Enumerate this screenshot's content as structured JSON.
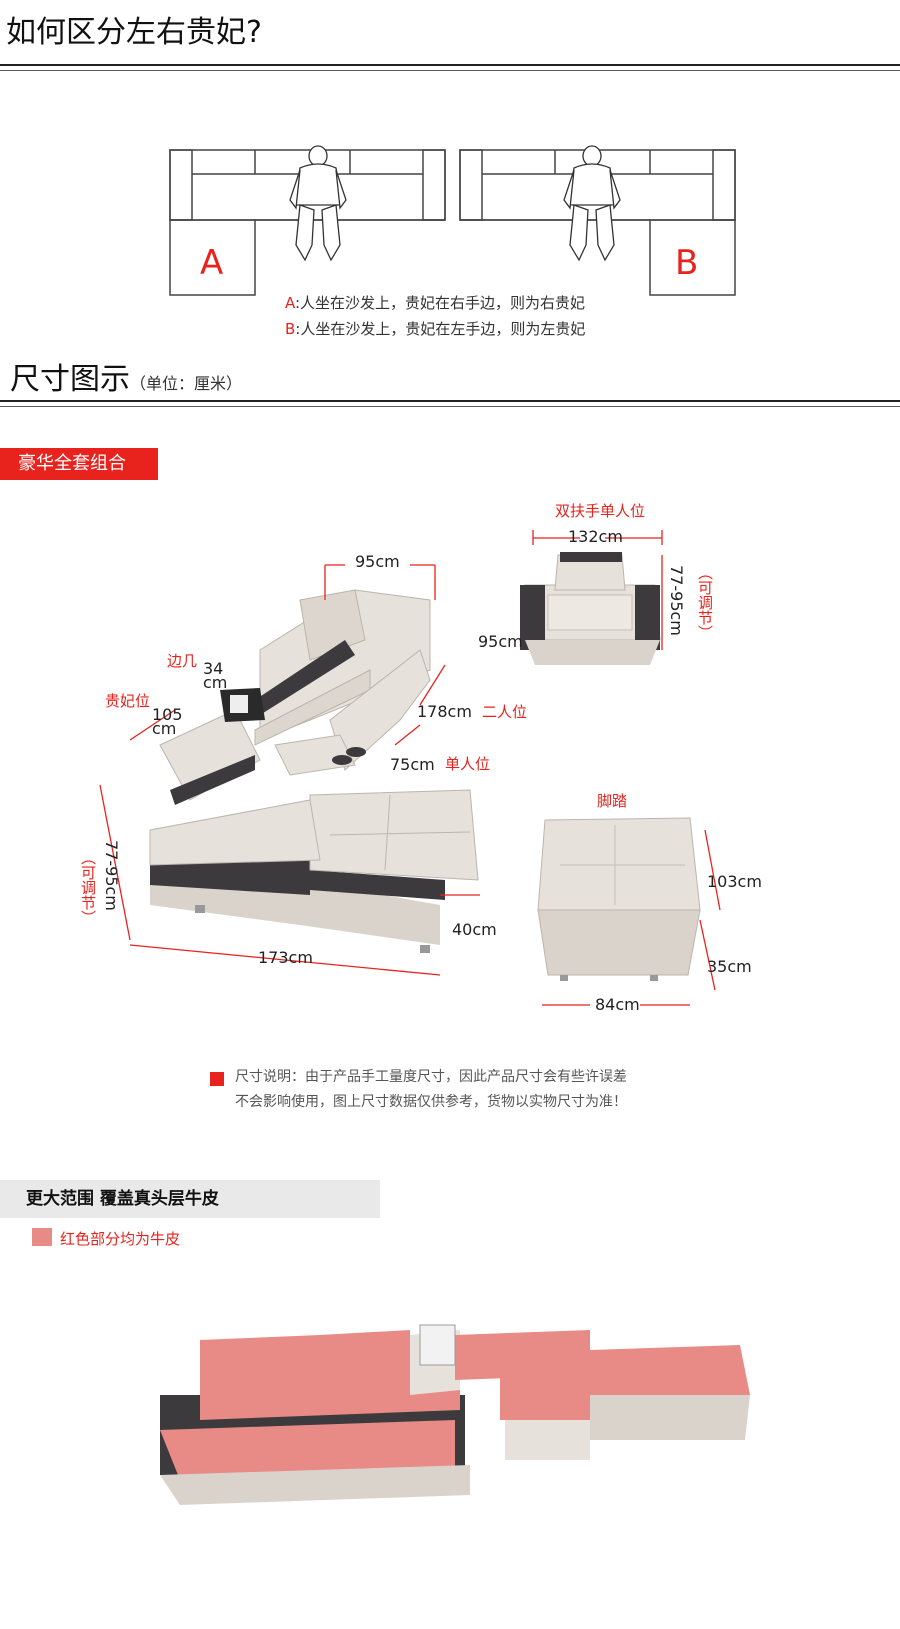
{
  "section1": {
    "title": "如何区分左右贵妃?",
    "label_a": "A",
    "label_b": "B",
    "line_a_prefix": "A",
    "line_a_text": ":人坐在沙发上，贵妃在右手边，则为右贵妃",
    "line_b_prefix": "B",
    "line_b_text": ":人坐在沙发上，贵妃在左手边，则为左贵妃"
  },
  "section2": {
    "title": "尺寸图示",
    "unit": "（单位：厘米）",
    "tag": "豪华全套组合",
    "labels": {
      "side_table": "边几",
      "chaise": "贵妃位",
      "two_seat": "二人位",
      "one_seat": "单人位",
      "armchair": "双扶手单人位",
      "footstool": "脚踏",
      "adjustable": "（可调节）"
    },
    "dims": {
      "d95top": "95cm",
      "d34": "34",
      "d34cm": "cm",
      "d105": "105",
      "d105cm": "cm",
      "d178": "178cm",
      "d75": "75cm",
      "d77_95_left": "77-95cm",
      "d173": "173cm",
      "d40": "40cm",
      "d132": "132cm",
      "d95side": "95cm",
      "d77_95_right": "77-95cm",
      "d103": "103cm",
      "d35": "35cm",
      "d84": "84cm"
    },
    "note_line1": "尺寸说明：由于产品手工量度尺寸，因此产品尺寸会有些许误差",
    "note_line2": "不会影响使用，图上尺寸数据仅供参考，货物以实物尺寸为准！"
  },
  "section3": {
    "title": "更大范围 覆盖真头层牛皮",
    "legend": "红色部分均为牛皮"
  },
  "colors": {
    "accent_red": "#e8231e",
    "leather_pink": "#e88a86",
    "leather_cream": "#e6e1da",
    "leather_dark": "#3c3a3d"
  }
}
